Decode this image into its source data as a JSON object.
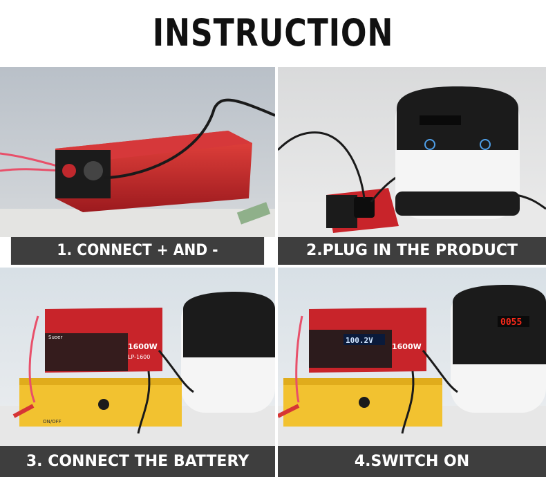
{
  "page": {
    "title": "INSTRUCTION"
  },
  "steps": [
    {
      "caption": "1. CONNECT + AND -",
      "photo": "inverter-red-terminals-photo"
    },
    {
      "caption": "2.PLUG IN THE PRODUCT",
      "photo": "rice-cooker-plugged-photo"
    },
    {
      "caption": "3. CONNECT THE BATTERY",
      "photo": "battery-connected-photo"
    },
    {
      "caption": "4.SWITCH ON",
      "photo": "inverter-switched-on-photo"
    }
  ],
  "labels": {
    "inverter_power": "1600W",
    "inverter_model": "LP-1600",
    "inverter_brand": "Suoer",
    "inverter_display": "100.2V",
    "cooker_display": "0055",
    "battery_switch": "ON/OFF"
  },
  "colors": {
    "caption_bg": "#3e3e3e",
    "inverter_red": "#c8242a",
    "battery_yellow": "#f2c230",
    "led_red": "#ff2a1a"
  }
}
